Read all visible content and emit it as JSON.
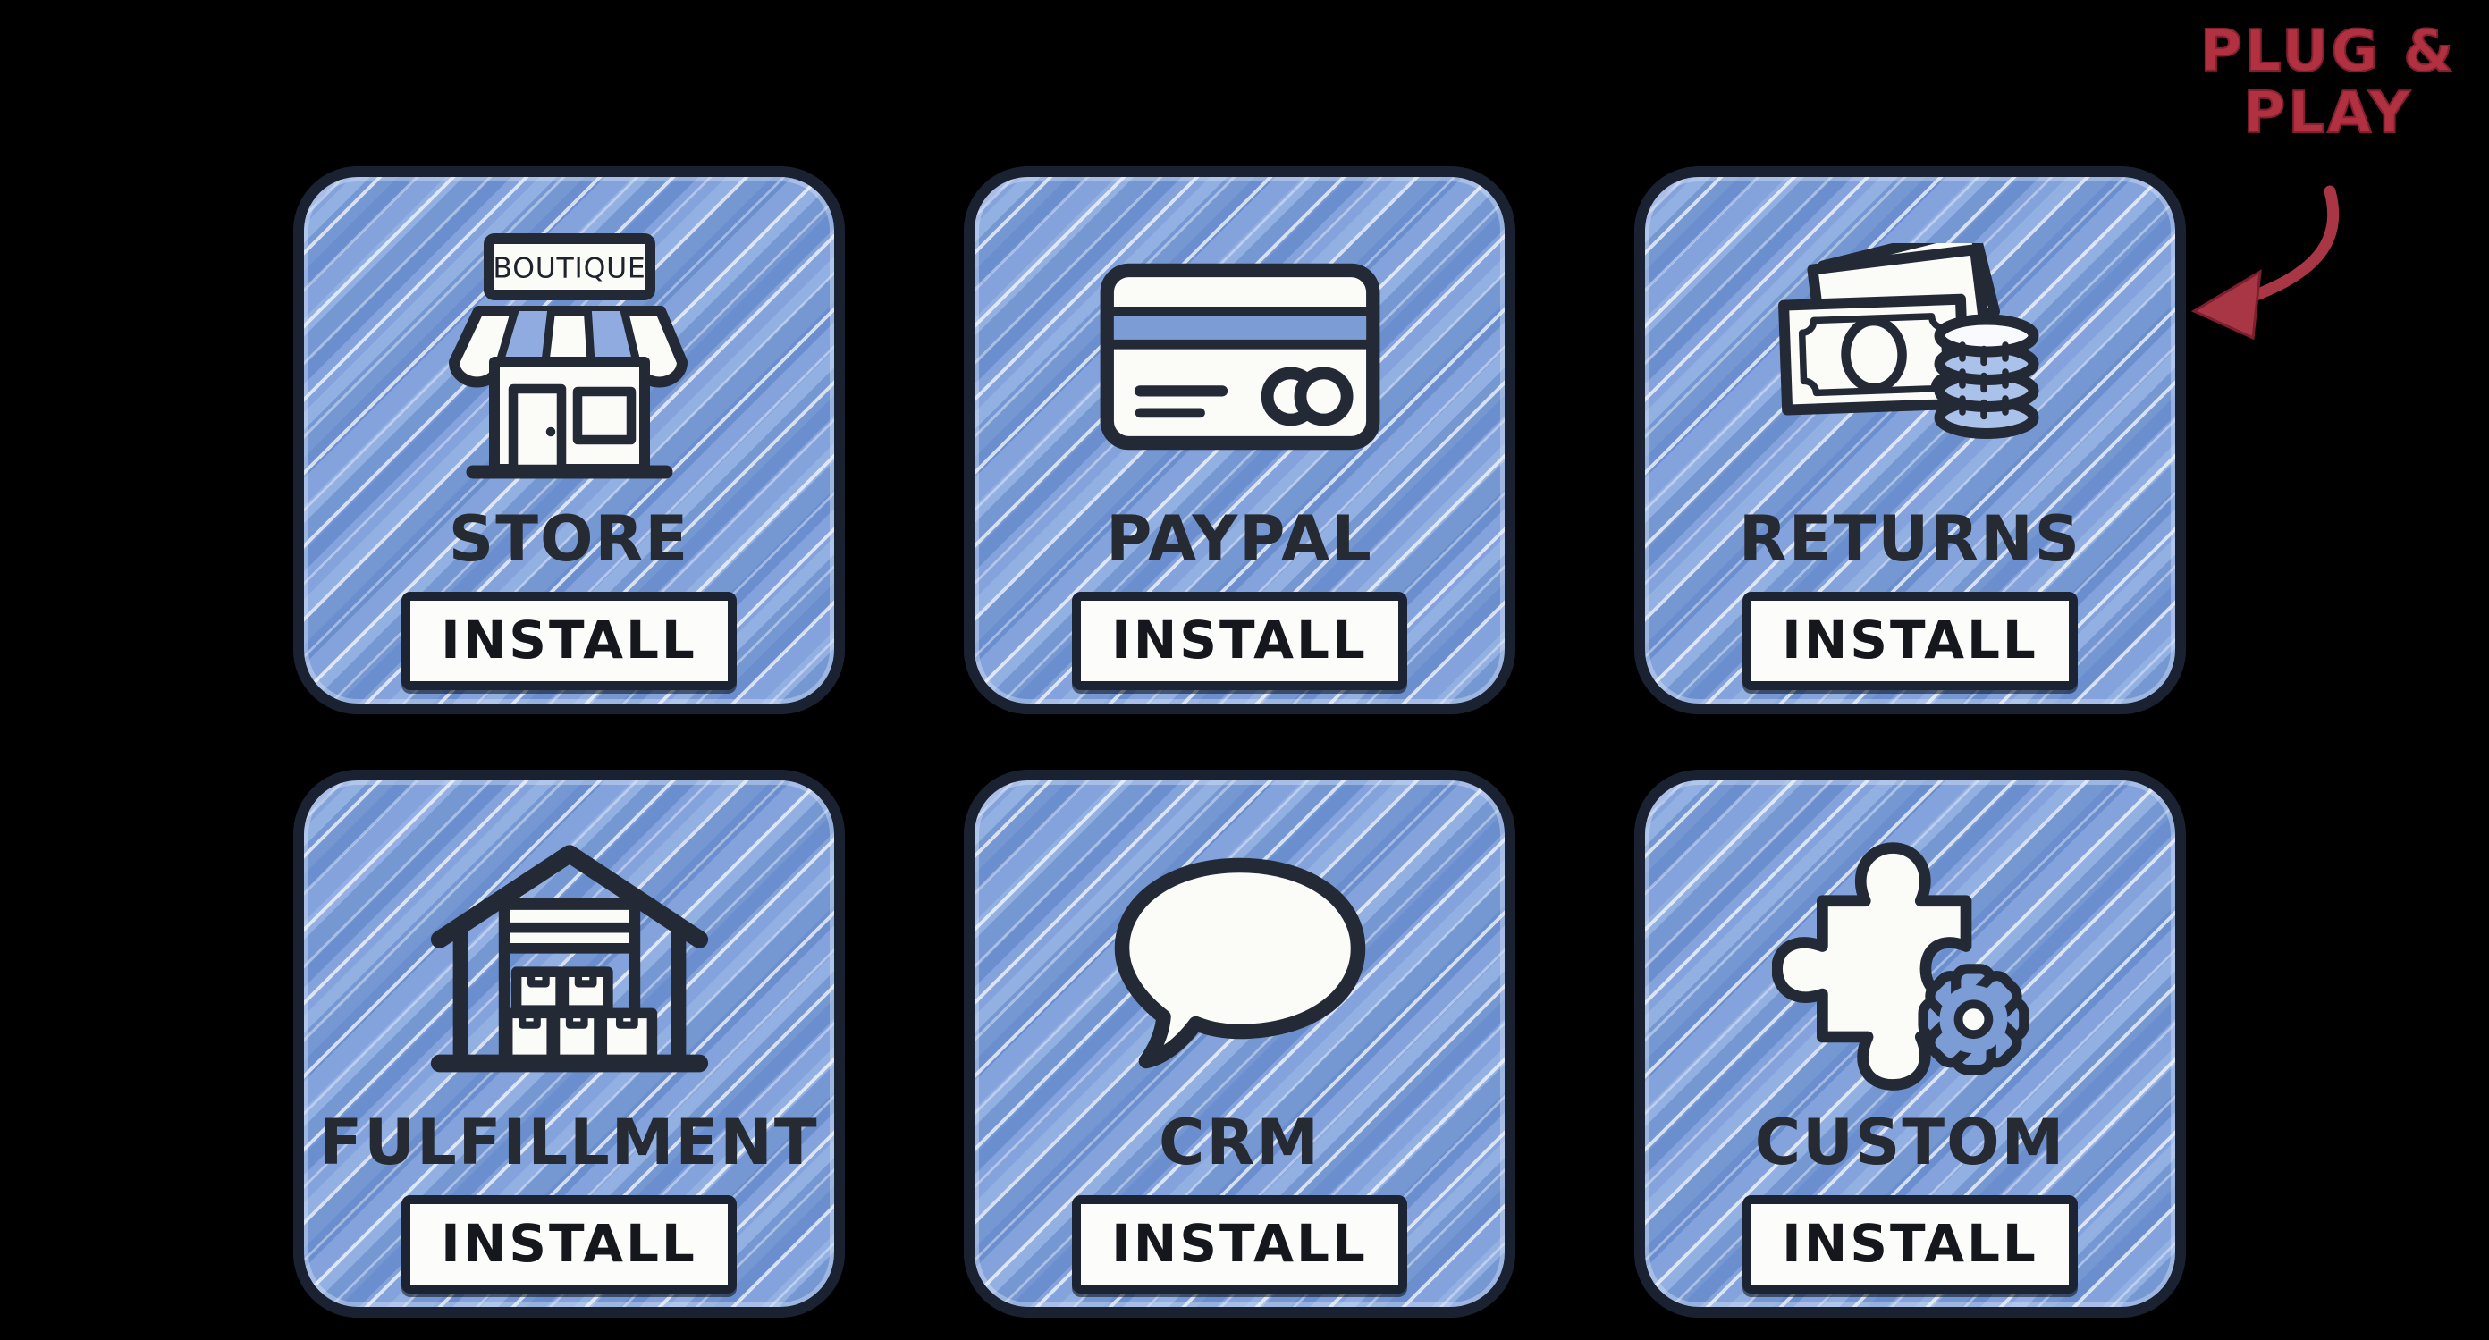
{
  "page": {
    "background": "#000000"
  },
  "annotation": {
    "full_text": "PLUG & PLAY",
    "line1": "PLUG &",
    "line2": "PLAY",
    "color": "#b23140",
    "arrow": "curved-arrow-down-left"
  },
  "cards": [
    {
      "label": "STORE",
      "button_label": "INSTALL",
      "icon": "storefront-icon",
      "sign_text": "BOUTIQUE"
    },
    {
      "label": "PAYPAL",
      "button_label": "INSTALL",
      "icon": "credit-card-icon"
    },
    {
      "label": "RETURNS",
      "button_label": "INSTALL",
      "icon": "money-bills-coins-icon"
    },
    {
      "label": "FULFILLMENT",
      "button_label": "INSTALL",
      "icon": "warehouse-boxes-icon"
    },
    {
      "label": "CRM",
      "button_label": "INSTALL",
      "icon": "speech-bubble-icon"
    },
    {
      "label": "CUSTOM",
      "button_label": "INSTALL",
      "icon": "puzzle-gear-icon"
    }
  ],
  "colors": {
    "card_fill": "#7c9cd5",
    "card_border": "#1a2232",
    "icon_stroke": "#232a36",
    "label_text": "#262a33",
    "button_bg": "#fcfcfa",
    "button_border": "#1c2433",
    "button_text": "#15171c",
    "annotation_red": "#b23140"
  }
}
